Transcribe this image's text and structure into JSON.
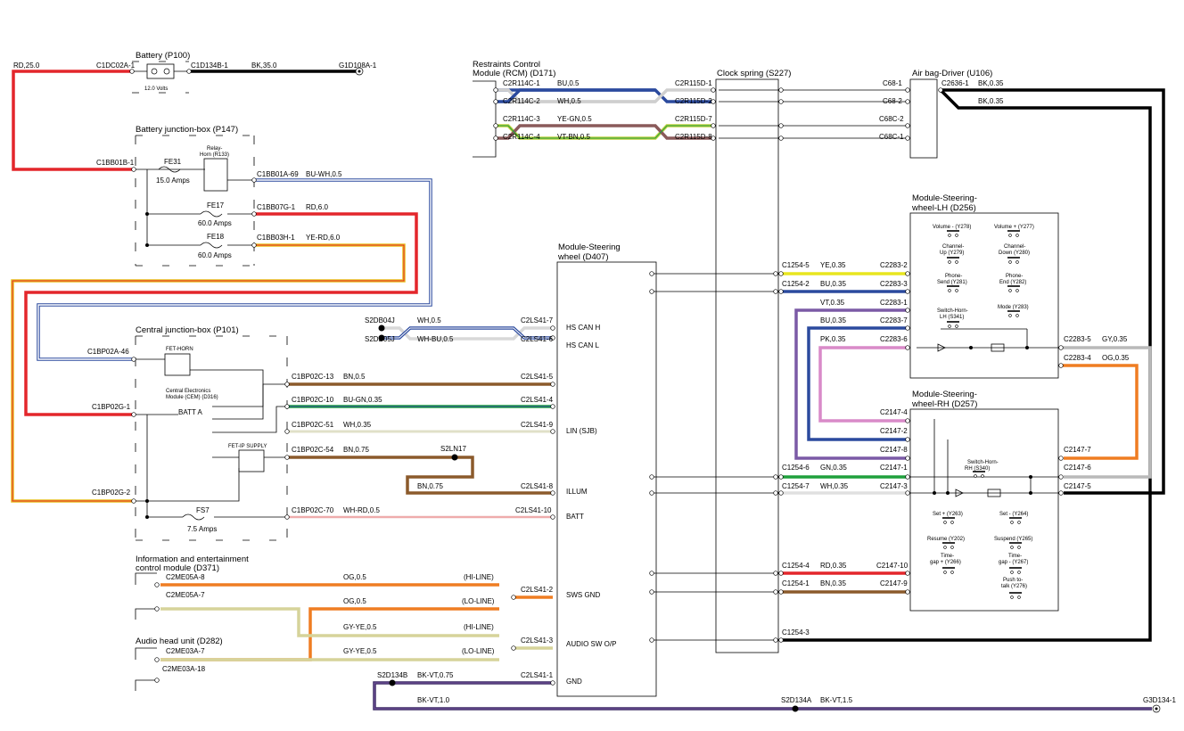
{
  "colors": {
    "RD": "#e3262b",
    "BK": "#000000",
    "BU": "#2b4a9e",
    "WH": "#f2f2f2",
    "YE": "#e8e61f",
    "GN": "#1fa03c",
    "VT": "#7b5aa6",
    "BN": "#8b5a2b",
    "OG": "#ef7d22",
    "GY": "#b9b9b9",
    "PK": "#d98ac8"
  },
  "components": {
    "battery": {
      "title": "Battery (P100)",
      "volts": "12.0 Volts"
    },
    "bjb": {
      "title": "Battery junction-box (P147)",
      "relay": "Relay-",
      "relay2": "Horn (R133)",
      "fe31": "FE31",
      "fe31_amps": "15.0 Amps",
      "fe17": "FE17",
      "fe17_amps": "60.0 Amps",
      "fe18": "FE18",
      "fe18_amps": "60.0 Amps"
    },
    "cjb": {
      "title": "Central junction-box (P101)",
      "fet_horn": "FET-HORN",
      "cem1": "Central Electronics",
      "cem2": "Module (CEM) (D316)",
      "batt_a": "BATT A",
      "fet_ip": "FET-IP SUPPLY",
      "fs7": "FS7",
      "fs7_amps": "7.5 Amps"
    },
    "iecm": {
      "title1": "Information and entertainment",
      "title2": "control module (D371)"
    },
    "ahu": {
      "title": "Audio head unit (D282)"
    },
    "rcm": {
      "title1": "Restraints Control",
      "title2": "Module (RCM) (D171)"
    },
    "clock": {
      "title": "Clock spring (S227)"
    },
    "airbag": {
      "title": "Air bag-Driver (U106)"
    },
    "swm": {
      "title1": "Module-Steering",
      "title2": "wheel (D407)",
      "pins": [
        "HS CAN H",
        "HS CAN L",
        "LIN (SJB)",
        "ILLUM",
        "BATT",
        "SWS GND",
        "AUDIO SW O/P",
        "GND"
      ]
    },
    "swlh": {
      "title1": "Module-Steering-",
      "title2": "wheel-LH (D256)",
      "switches": [
        "Volume - (Y278)",
        "Volume + (Y277)",
        "Channel-",
        "Up (Y279)",
        "Channel-",
        "Down (Y280)",
        "Phone-",
        "Send (Y281)",
        "Phone-",
        "End (Y282)",
        "Switch-Horn-",
        "LH (S341)",
        "Mode (Y283)"
      ]
    },
    "swrh": {
      "title1": "Module-Steering-",
      "title2": "wheel-RH (D257)",
      "switches": [
        "Switch-Horn-",
        "RH (S340)",
        "Set + (Y263)",
        "Set - (Y264)",
        "Resume (Y202)",
        "Suspend (Y265)",
        "Time-",
        "gap + (Y266)",
        "Time-",
        "gap - (Y267)",
        "Push to-",
        "talk (Y276)"
      ]
    }
  },
  "connectors": {
    "c1dc02a": "C1DC02A-1",
    "c1d134b": "C1D134B-1",
    "g1d108a": "G1D108A-1",
    "c1bb01b": "C1BB01B-1",
    "c1bb01a": "C1BB01A-69",
    "c1bb07g": "C1BB07G-1",
    "c1bb03h": "C1BB03H-1",
    "c1bp02a": "C1BP02A-46",
    "c1bp02g1": "C1BP02G-1",
    "c1bp02g2": "C1BP02G-2",
    "c1bp02c13": "C1BP02C-13",
    "c1bp02c10": "C1BP02C-10",
    "c1bp02c51": "C1BP02C-51",
    "c1bp02c54": "C1BP02C-54",
    "c1bp02c70": "C1BP02C-70",
    "s2db04j": "S2DB04J",
    "s2db05j": "S2DB05J",
    "s2ln17": "S2LN17",
    "c2ls41_7": "C2LS41-7",
    "c2ls41_6": "C2LS41-6",
    "c2ls41_5": "C2LS41-5",
    "c2ls41_4": "C2LS41-4",
    "c2ls41_9": "C2LS41-9",
    "c2ls41_8": "C2LS41-8",
    "c2ls41_10": "C2LS41-10",
    "c2ls41_2": "C2LS41-2",
    "c2ls41_3": "C2LS41-3",
    "c2ls41_1": "C2LS41-1",
    "c2me05a8": "C2ME05A-8",
    "c2me05a7": "C2ME05A-7",
    "c2me03a7": "C2ME03A-7",
    "c2me03a18": "C2ME03A-18",
    "s2d134b": "S2D134B",
    "s2d134a": "S2D134A",
    "g3d134": "G3D134-1",
    "c2r114c1": "C2R114C-1",
    "c2r114c2": "C2R114C-2",
    "c2r114c3": "C2R114C-3",
    "c2r114c4": "C2R114C-4",
    "c2r115d1": "C2R115D-1",
    "c2r115d2": "C2R115D-2",
    "c2r115d7": "C2R115D-7",
    "c2r115d8": "C2R115D-8",
    "c68_1": "C68-1",
    "c68_2": "C68-2",
    "c68c_2": "C68C-2",
    "c68c_1": "C68C-1",
    "c2636": "C2636-1",
    "c1254_5": "C1254-5",
    "c1254_2": "C1254-2",
    "c1254_6": "C1254-6",
    "c1254_7": "C1254-7",
    "c1254_4": "C1254-4",
    "c1254_1": "C1254-1",
    "c1254_3": "C1254-3",
    "c2283_2": "C2283-2",
    "c2283_3": "C2283-3",
    "c2283_1": "C2283-1",
    "c2283_7": "C2283-7",
    "c2283_6": "C2283-6",
    "c2283_5": "C2283-5",
    "c2283_4": "C2283-4",
    "c2147_4": "C2147-4",
    "c2147_2": "C2147-2",
    "c2147_8": "C2147-8",
    "c2147_1": "C2147-1",
    "c2147_3": "C2147-3",
    "c2147_10": "C2147-10",
    "c2147_9": "C2147-9",
    "c2147_7": "C2147-7",
    "c2147_6": "C2147-6",
    "c2147_5": "C2147-5"
  },
  "wires": {
    "rd25": "RD,25.0",
    "bk35": "BK,35.0",
    "buwh05": "BU-WH,0.5",
    "rd6": "RD,6.0",
    "yerd6": "YE-RD,6.0",
    "wh05": "WH,0.5",
    "whbu05": "WH-BU,0.5",
    "bn05": "BN,0.5",
    "bugn035": "BU-GN,0.35",
    "wh035": "WH,0.35",
    "bn075": "BN,0.75",
    "bn075b": "BN,0.75",
    "whrd05": "WH-RD,0.5",
    "og05a": "OG,0.5",
    "og05b": "OG,0.5",
    "gyye05a": "GY-YE,0.5",
    "gyye05b": "GY-YE,0.5",
    "hiline": "(HI-LINE)",
    "loline": "(LO-LINE)",
    "hiline2": "(HI-LINE)",
    "loline2": "(LO-LINE)",
    "bkvt075": "BK-VT,0.75",
    "bkvt1": "BK-VT,1.0",
    "bkvt15": "BK-VT,1.5",
    "bu05": "BU,0.5",
    "wh05r": "WH,0.5",
    "yegn05": "YE-GN,0.5",
    "vtbn05": "VT-BN,0.5",
    "bk035a": "BK,0.35",
    "bk035b": "BK,0.35",
    "ye035": "YE,0.35",
    "bu035": "BU,0.35",
    "vt035": "VT,0.35",
    "bu035b": "BU,0.35",
    "pk035": "PK,0.35",
    "gy035": "GY,0.35",
    "og035": "OG,0.35",
    "gn035": "GN,0.35",
    "wh035b": "WH,0.35",
    "rd035": "RD,0.35",
    "bn035": "BN,0.35"
  }
}
